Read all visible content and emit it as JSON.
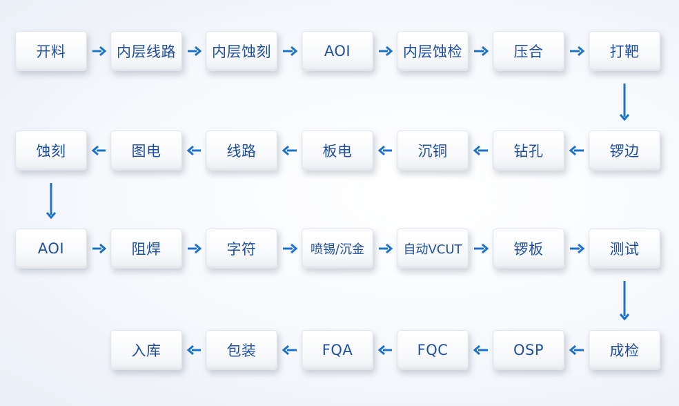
{
  "colors": {
    "text": "#1f4f9c",
    "arrow": "#1a73c8"
  },
  "rows": [
    {
      "dir": "right",
      "steps": [
        "开料",
        "内层线路",
        "内层蚀刻",
        "AOI",
        "内层蚀检",
        "压合",
        "打靶"
      ]
    },
    {
      "dir": "left",
      "steps": [
        "锣边",
        "钻孔",
        "沉铜",
        "板电",
        "线路",
        "图电",
        "蚀刻"
      ]
    },
    {
      "dir": "right",
      "steps": [
        "AOI",
        "阻焊",
        "字符",
        "喷锡/沉金",
        "自动VCUT",
        "锣板",
        "测试"
      ]
    },
    {
      "dir": "left",
      "steps": [
        "成检",
        "OSP",
        "FQC",
        "FQA",
        "包装",
        "入库"
      ]
    }
  ],
  "row_links": [
    "right",
    "left",
    "right"
  ]
}
